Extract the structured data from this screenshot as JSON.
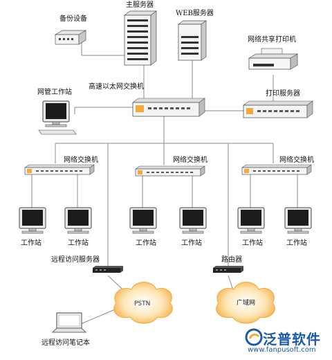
{
  "labels": {
    "backup": "备份设备",
    "main_server": "主服务器",
    "web_server": "WEB服务器",
    "network_printer": "网络共享打印机",
    "network_mgmt": "网管工作站",
    "ethernet_switch": "高速以太网交换机",
    "print_server": "打印服务器",
    "switch_left": "网络交换机",
    "switch_mid": "网络交换机",
    "switch_right": "网络交换机",
    "ws1": "工作站",
    "ws2": "工作站",
    "ws3": "工作站",
    "ws4": "工作站",
    "ws5": "工作站",
    "ws6": "工作站",
    "remote_server": "远程访问服务器",
    "router": "路由器",
    "pstn": "PSTN",
    "wan": "广域网",
    "laptop": "远程访问笔记本"
  },
  "brand": {
    "name": "泛普软件",
    "url": "www.fanpusoft.com"
  },
  "colors": {
    "accent": "#f4a93b",
    "line": "#888888",
    "device": "#f2f2f2",
    "brand": "#1a5aa6"
  }
}
